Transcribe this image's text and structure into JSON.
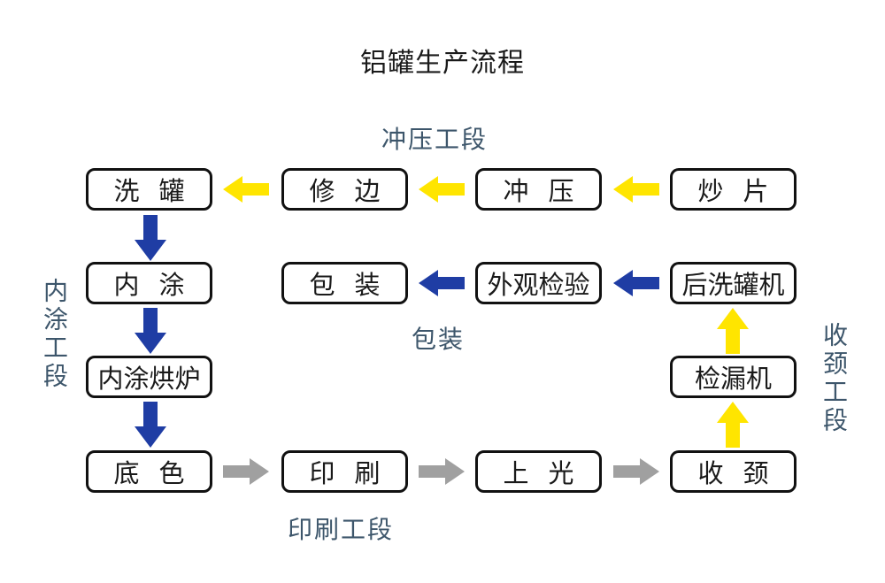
{
  "title": "铝罐生产流程",
  "colors": {
    "arrow-yellow": "#FFE500",
    "arrow-blue": "#1F3DA4",
    "arrow-gray": "#A0A0A0",
    "label-slate": "#3D566B",
    "box-border": "#111111",
    "text": "#1A1A1A"
  },
  "section_labels": {
    "stamping": "冲压工段",
    "inner_coating": "内涂工段",
    "packaging": "包装",
    "necking": "收颈工段",
    "printing": "印刷工段"
  },
  "nodes": {
    "wash_can": "洗 罐",
    "trim": "修 边",
    "stamp": "冲 压",
    "sheet_fry": "炒 片",
    "inner_coat": "内 涂",
    "pack": "包 装",
    "visual_inspect": "外观检验",
    "post_wash_machine": "后洗罐机",
    "inner_coat_oven": "内涂烘炉",
    "leak_tester": "检漏机",
    "base_color": "底 色",
    "print": "印 刷",
    "varnish": "上 光",
    "necking": "收 颈"
  }
}
